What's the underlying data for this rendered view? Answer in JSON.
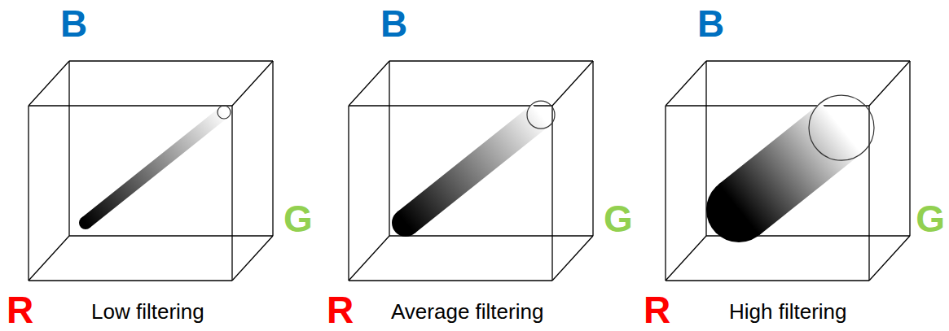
{
  "diagram": {
    "labels": [
      "B",
      "G",
      "R",
      "Low filtering",
      "B",
      "G",
      "R",
      "Average filtering",
      "B",
      "G",
      "R",
      "High filtering"
    ]
  }
}
